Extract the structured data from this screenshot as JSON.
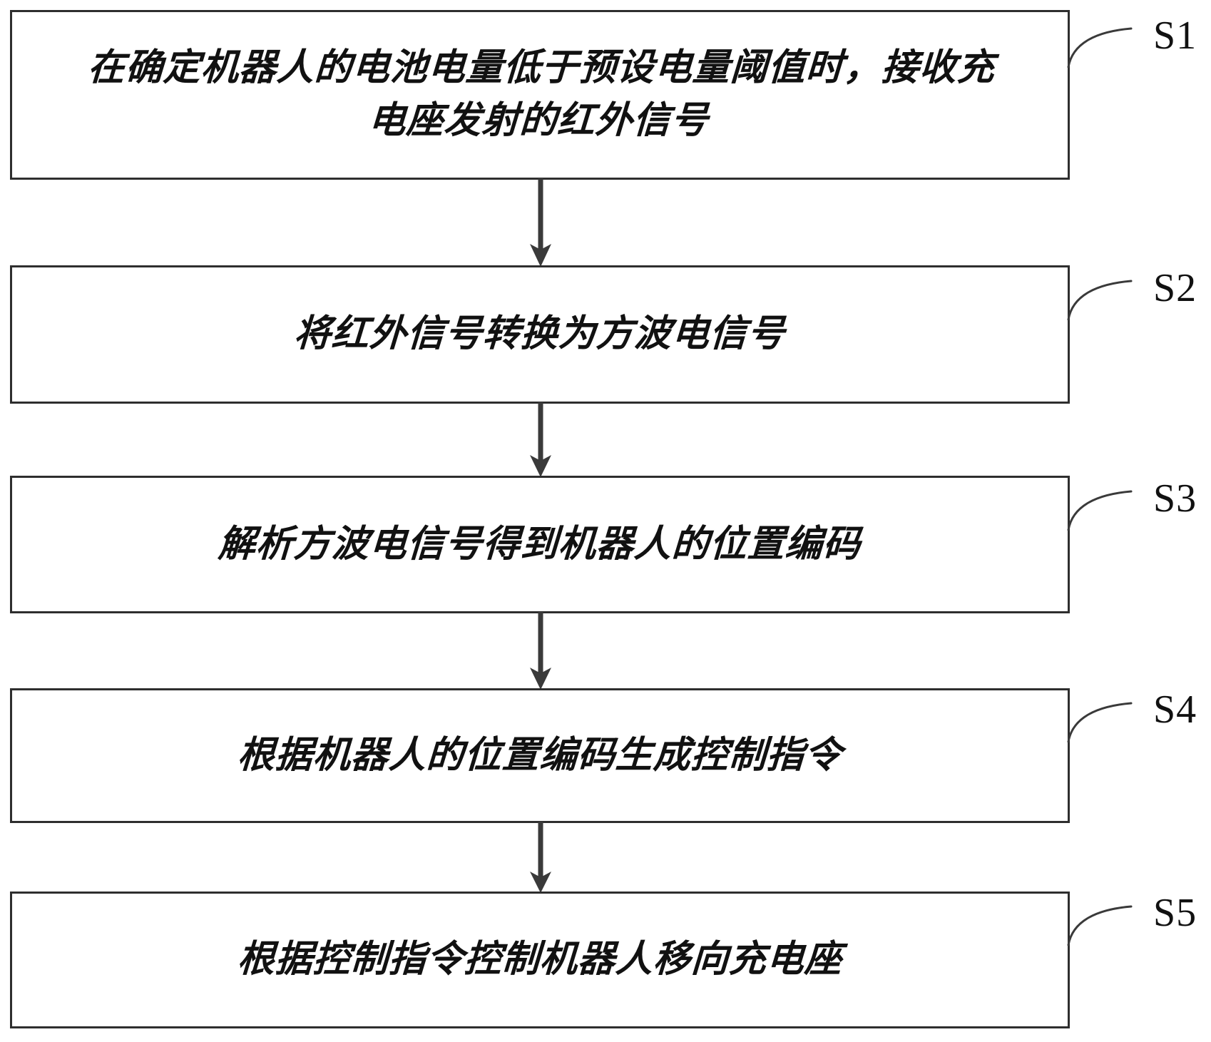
{
  "diagram": {
    "type": "flowchart",
    "orientation": "vertical",
    "title": "",
    "colors": {
      "box_border": "#2e2e2e",
      "box_fill": "#ffffff",
      "text": "#111111",
      "arrow": "#3a3a3a",
      "leader_line": "#3a3a3a",
      "background": "#ffffff"
    },
    "steps": [
      {
        "id": "S1",
        "label": "S1",
        "text": "在确定机器人的电池电量低于预设电量阈值时，接收充\n电座发射的红外信号"
      },
      {
        "id": "S2",
        "label": "S2",
        "text": "将红外信号转换为方波电信号"
      },
      {
        "id": "S3",
        "label": "S3",
        "text": "解析方波电信号得到机器人的位置编码"
      },
      {
        "id": "S4",
        "label": "S4",
        "text": "根据机器人的位置编码生成控制指令"
      },
      {
        "id": "S5",
        "label": "S5",
        "text": "根据控制指令控制机器人移向充电座"
      }
    ],
    "connectors": [
      {
        "from": "S1",
        "to": "S2",
        "glyph": "down-arrow"
      },
      {
        "from": "S2",
        "to": "S3",
        "glyph": "down-arrow"
      },
      {
        "from": "S3",
        "to": "S4",
        "glyph": "down-arrow"
      },
      {
        "from": "S4",
        "to": "S5",
        "glyph": "down-arrow"
      }
    ]
  }
}
